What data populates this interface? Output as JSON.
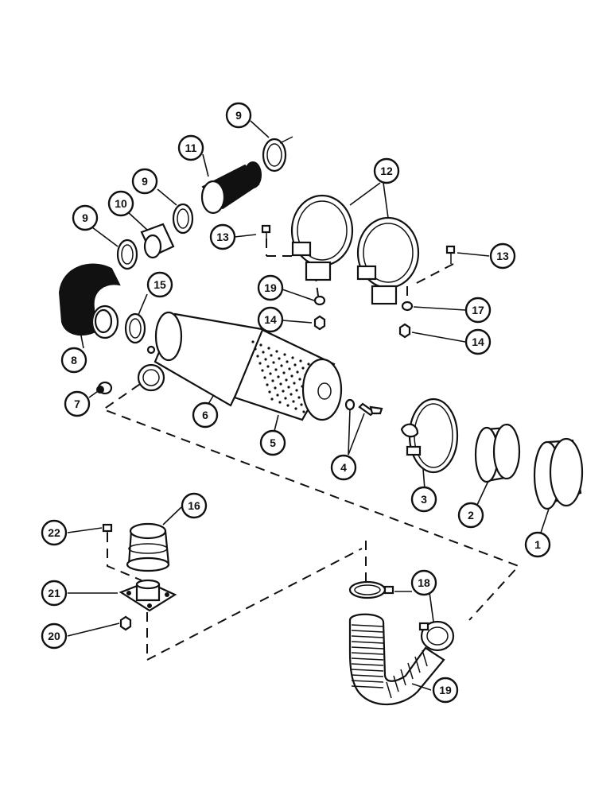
{
  "callouts": [
    {
      "id": "c1",
      "label": "1"
    },
    {
      "id": "c2",
      "label": "2"
    },
    {
      "id": "c3",
      "label": "3"
    },
    {
      "id": "c4",
      "label": "4"
    },
    {
      "id": "c5",
      "label": "5"
    },
    {
      "id": "c6",
      "label": "6"
    },
    {
      "id": "c7",
      "label": "7"
    },
    {
      "id": "c8",
      "label": "8"
    },
    {
      "id": "c9a",
      "label": "9"
    },
    {
      "id": "c9b",
      "label": "9"
    },
    {
      "id": "c9c",
      "label": "9"
    },
    {
      "id": "c10",
      "label": "10"
    },
    {
      "id": "c11",
      "label": "11"
    },
    {
      "id": "c12",
      "label": "12"
    },
    {
      "id": "c13a",
      "label": "13"
    },
    {
      "id": "c13b",
      "label": "13"
    },
    {
      "id": "c14a",
      "label": "14"
    },
    {
      "id": "c14b",
      "label": "14"
    },
    {
      "id": "c15",
      "label": "15"
    },
    {
      "id": "c16",
      "label": "16"
    },
    {
      "id": "c17",
      "label": "17"
    },
    {
      "id": "c18",
      "label": "18"
    },
    {
      "id": "c19a",
      "label": "19"
    },
    {
      "id": "c19b",
      "label": "19"
    },
    {
      "id": "c20",
      "label": "20"
    },
    {
      "id": "c21",
      "label": "21"
    },
    {
      "id": "c22",
      "label": "22"
    }
  ]
}
